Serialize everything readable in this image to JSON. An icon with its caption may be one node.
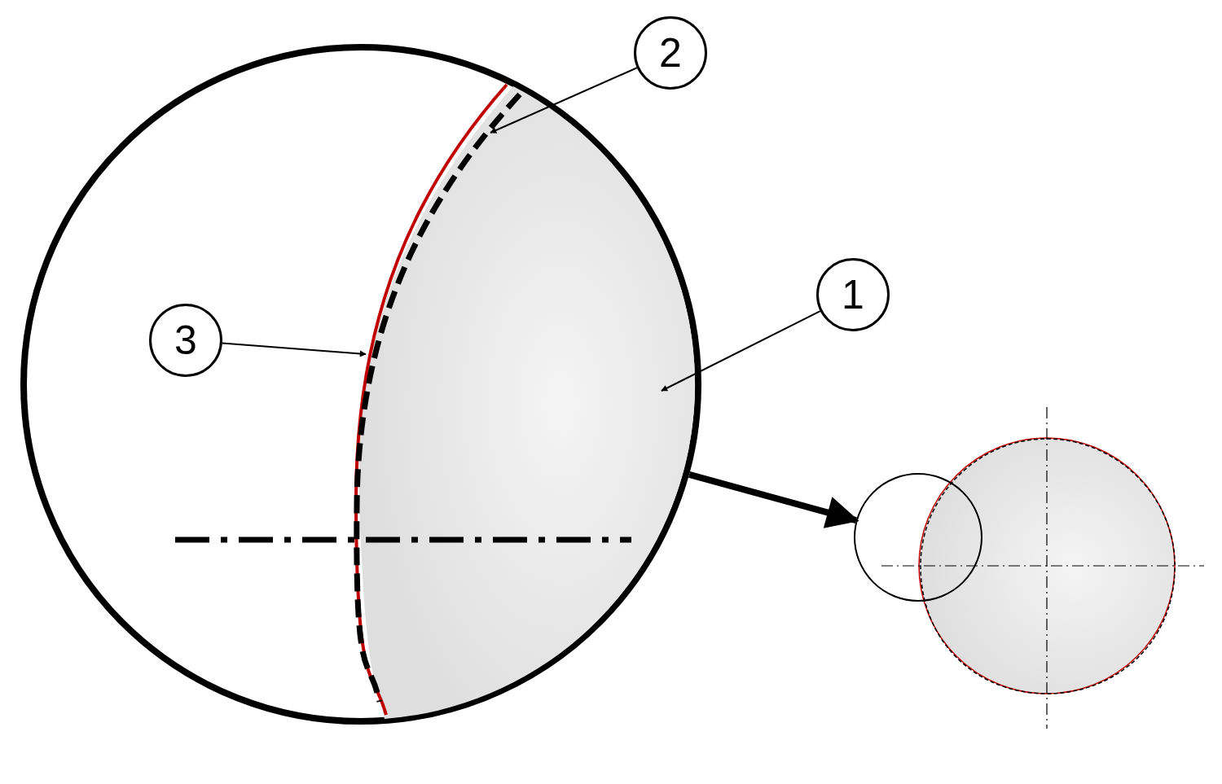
{
  "diagram": {
    "nodes": [
      {
        "text": [],
        "shape": "circle"
      },
      {
        "text": [
          "2"
        ]
      },
      {
        "text": [
          "1"
        ]
      },
      {
        "text": [
          "3"
        ],
        "in": 0
      },
      {
        "text": [],
        "shape": "circle"
      },
      {
        "text": [],
        "shape": "region",
        "in": 0
      },
      {
        "text": [],
        "shape": "curve",
        "in": 5
      },
      {
        "text": [],
        "shape": "curve",
        "in": 5
      },
      {
        "text": [],
        "shape": "circle"
      }
    ],
    "edges": [
      {
        "from": 0,
        "to": 4,
        "arrow": "to",
        "style": "thick"
      },
      {
        "from": 1,
        "to": 7,
        "arrow": "to"
      },
      {
        "from": 2,
        "to": 5,
        "arrow": "to"
      },
      {
        "from": 3,
        "to": 6,
        "arrow": "to"
      }
    ]
  }
}
